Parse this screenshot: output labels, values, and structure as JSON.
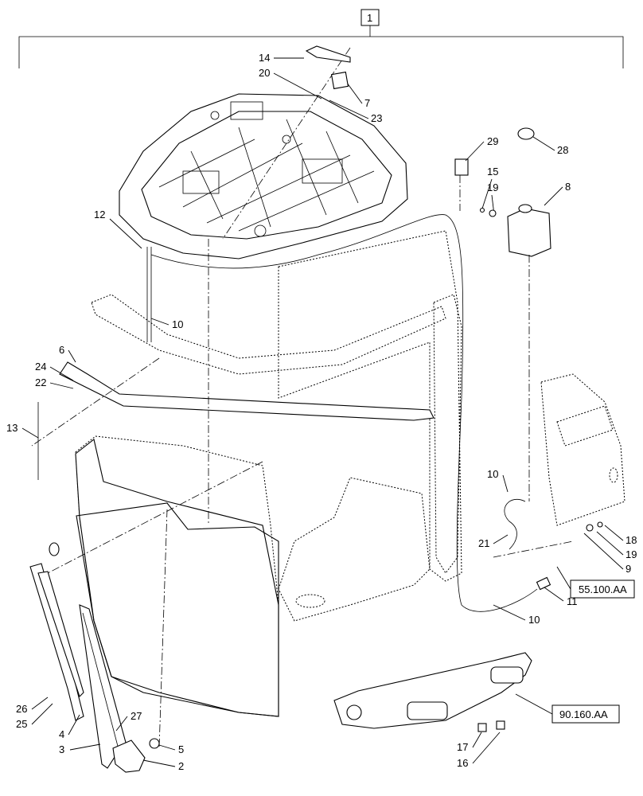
{
  "assembly_number": "1",
  "callouts": {
    "c1": "14",
    "c2": "20",
    "c3": "7",
    "c4": "23",
    "c5": "29",
    "c6": "28",
    "c7": "15",
    "c8": "19",
    "c9": "8",
    "c10": "12",
    "c11": "10",
    "c12": "6",
    "c13": "24",
    "c14": "22",
    "c15": "13",
    "c16": "10",
    "c17": "21",
    "c18": "18",
    "c19": "19",
    "c20": "9",
    "c21": "11",
    "c22": "10",
    "c23": "26",
    "c24": "25",
    "c25": "4",
    "c26": "27",
    "c27": "3",
    "c28": "5",
    "c29": "2",
    "c30": "17",
    "c31": "16"
  },
  "references": {
    "ref1": "55.100.AA",
    "ref2": "90.160.AA"
  }
}
